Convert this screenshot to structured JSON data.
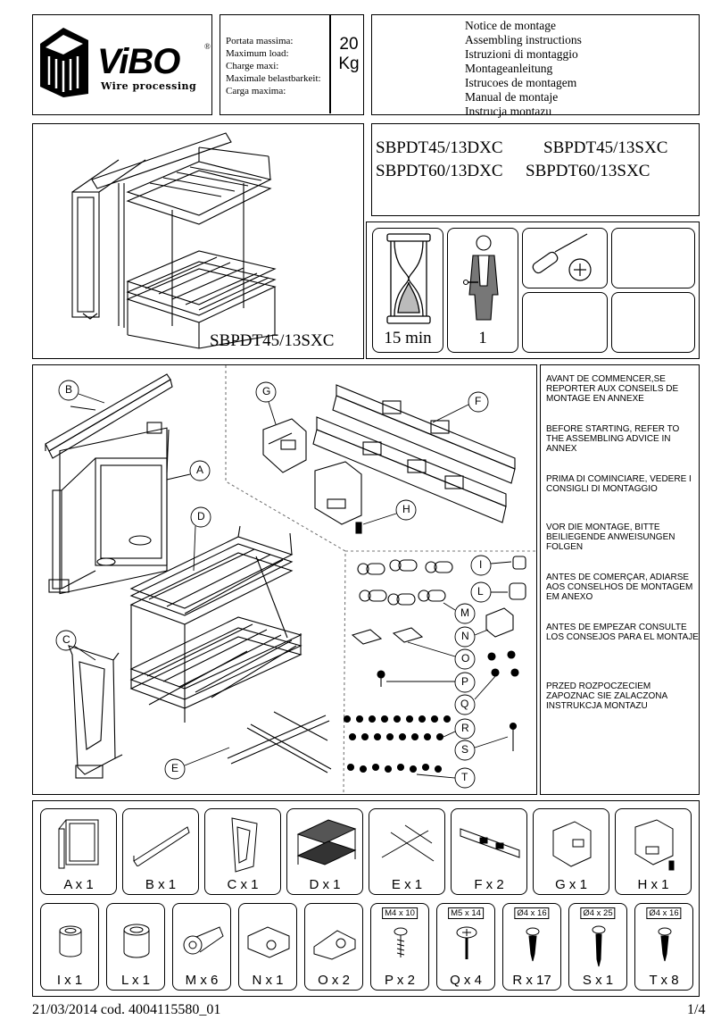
{
  "header": {
    "brand": "ViBO",
    "brand_sub": "Wire processing",
    "load_labels": [
      "Portata massima:",
      "Maximum load:",
      "Charge maxi:",
      "Maximale belastbarkeit:",
      "Carga maxima:"
    ],
    "load_value": "20",
    "load_unit": "Kg",
    "notice": [
      "Notice de montage",
      "Assembling instructions",
      "Istruzioni di montaggio",
      "Montageanleitung",
      "Istrucoes de montagem",
      "Manual de montaje",
      "Instrucja montazu"
    ]
  },
  "models": [
    "SBPDT45/13DXC",
    "SBPDT45/13SXC",
    "SBPDT60/13DXC",
    "SBPDT60/13SXC"
  ],
  "product_caption": "SBPDT45/13SXC",
  "requirements": {
    "time": "15 min",
    "persons": "1"
  },
  "exploded_labels": [
    "A",
    "B",
    "C",
    "D",
    "E",
    "F",
    "G",
    "H",
    "I",
    "L",
    "M",
    "N",
    "O",
    "P",
    "Q",
    "R",
    "S",
    "T"
  ],
  "advice": [
    "AVANT DE COMMENCER,SE REPORTER AUX CONSEILS DE MONTAGE EN ANNEXE",
    "BEFORE STARTING, REFER TO THE ASSEMBLING ADVICE IN ANNEX",
    "PRIMA DI COMINCIARE, VEDERE I CONSIGLI DI MONTAGGIO",
    "VOR DIE MONTAGE, BITTE BEILIEGENDE ANWEISUNGEN FOLGEN",
    "ANTES DE COMERÇAR, ADIARSE AOS CONSELHOS DE MONTAGEM EM ANEXO",
    "ANTES DE EMPEZAR CONSULTE LOS CONSEJOS PARA EL MONTAJE",
    "PRZED ROZPOCZECIEM ZAPOZNAC SIE ZALACZONA INSTRUKCJA MONTAZU"
  ],
  "parts_row1": [
    {
      "letter": "A",
      "qty": "1"
    },
    {
      "letter": "B",
      "qty": "1"
    },
    {
      "letter": "C",
      "qty": "1"
    },
    {
      "letter": "D",
      "qty": "1"
    },
    {
      "letter": "E",
      "qty": "1"
    },
    {
      "letter": "F",
      "qty": "2"
    },
    {
      "letter": "G",
      "qty": "1"
    },
    {
      "letter": "H",
      "qty": "1"
    }
  ],
  "parts_row2": [
    {
      "letter": "I",
      "qty": "1",
      "spec": ""
    },
    {
      "letter": "L",
      "qty": "1",
      "spec": ""
    },
    {
      "letter": "M",
      "qty": "6",
      "spec": ""
    },
    {
      "letter": "N",
      "qty": "1",
      "spec": ""
    },
    {
      "letter": "O",
      "qty": "2",
      "spec": ""
    },
    {
      "letter": "P",
      "qty": "2",
      "spec": "M4 x 10"
    },
    {
      "letter": "Q",
      "qty": "4",
      "spec": "M5 x 14"
    },
    {
      "letter": "R",
      "qty": "17",
      "spec": "Ø4 x 16"
    },
    {
      "letter": "S",
      "qty": "1",
      "spec": "Ø4 x 25"
    },
    {
      "letter": "T",
      "qty": "8",
      "spec": "Ø4 x 16"
    }
  ],
  "footer": {
    "left": "21/03/2014 cod. 4004115580_01",
    "right": "1/4"
  }
}
